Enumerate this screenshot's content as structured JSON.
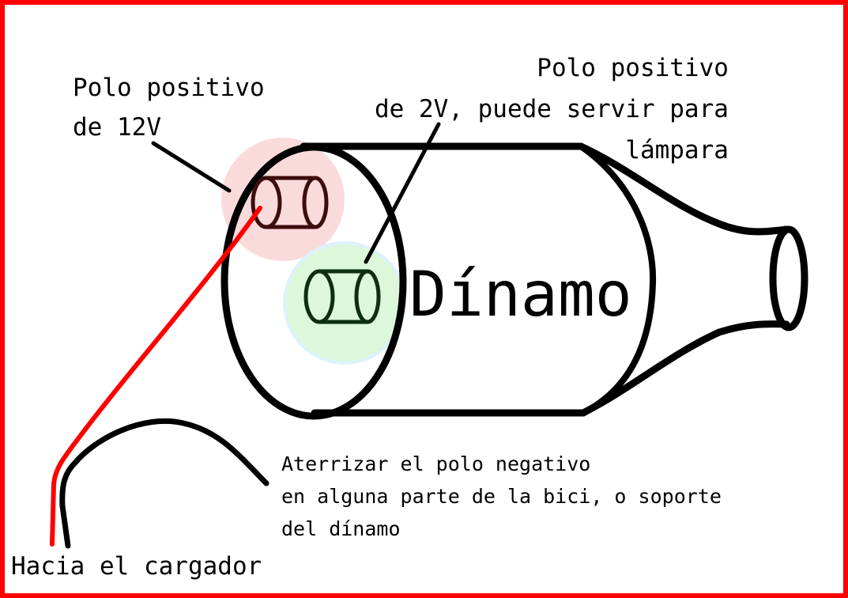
{
  "labels": {
    "positive_12v": "Polo positivo\nde 12V",
    "positive_2v": "Polo positivo\nde 2V, puede servir para\nlámpara",
    "dynamo": "Dínamo",
    "ground": "Aterrizar el polo negativo\nen alguna parte de la bici, o soporte\ndel dínamo",
    "charger": "Hacia el cargador"
  },
  "colors": {
    "border": "#ff0000",
    "outline": "#000000",
    "wire_positive": "#ff0000",
    "wire_ground": "#000000",
    "highlight_12v": "#fadbdc",
    "highlight_2v": "#dcf7d9",
    "terminal_12v": "#3d0c0c",
    "terminal_2v": "#0d2f0d"
  }
}
